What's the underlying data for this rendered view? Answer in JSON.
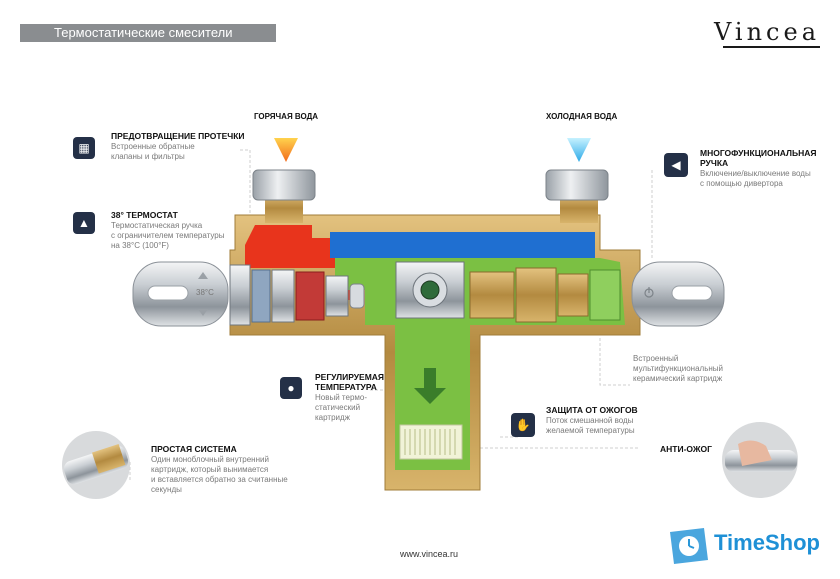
{
  "header": {
    "title": "Термостатические смесители"
  },
  "brand": {
    "name": "Vincea"
  },
  "flow_labels": {
    "hot": "ГОРЯЧАЯ ВОДА",
    "cold": "ХОЛОДНАЯ ВОДА"
  },
  "temp_marker": "38°C",
  "features": {
    "leak": {
      "title": "ПРЕДОТВРАЩЕНИЕ ПРОТЕЧКИ",
      "text1": "Встроенные обратные",
      "text2": "клапаны и фильтры"
    },
    "thermostat": {
      "title": "38° ТЕРМОСТАТ",
      "text1": "Термостатическая ручка",
      "text2": "с ограничителем температуры",
      "text3": "на 38°С (100°F)"
    },
    "multi": {
      "title1": "МНОГОФУНКЦИОНАЛЬНАЯ",
      "title2": "РУЧКА",
      "text1": "Включение/выключение воды",
      "text2": "с помощью дивертора"
    },
    "cartridge": {
      "text1": "Встроенный",
      "text2": "мультифункциональный",
      "text3": "керамический картридж"
    },
    "regulate": {
      "title1": "РЕГУЛИРУЕМАЯ",
      "title2": "ТЕМПЕРАТУРА",
      "text1": "Новый термо-",
      "text2": "статический",
      "text3": "картридж"
    },
    "burn": {
      "title": "ЗАЩИТА ОТ ОЖОГОВ",
      "text1": "Поток смешанной воды",
      "text2": "желаемой температуры"
    },
    "simple": {
      "title": "ПРОСТАЯ СИСТЕМА",
      "text1": "Один моноблочный внутренний",
      "text2": "картридж, который вынимается",
      "text3": "и вставляется обратно за считанные",
      "text4": "секунды"
    },
    "anti_burn": {
      "title": "АНТИ-ОЖОГ"
    }
  },
  "footer": {
    "url": "www.vincea.ru"
  },
  "watermark": {
    "name": "TimeShop"
  },
  "colors": {
    "hot": "#e8341c",
    "cold": "#1f6fd1",
    "mixed": "#7bc043",
    "brass": "#c8a25a",
    "chrome": "#c9ced3",
    "icon_bg": "#243047"
  }
}
